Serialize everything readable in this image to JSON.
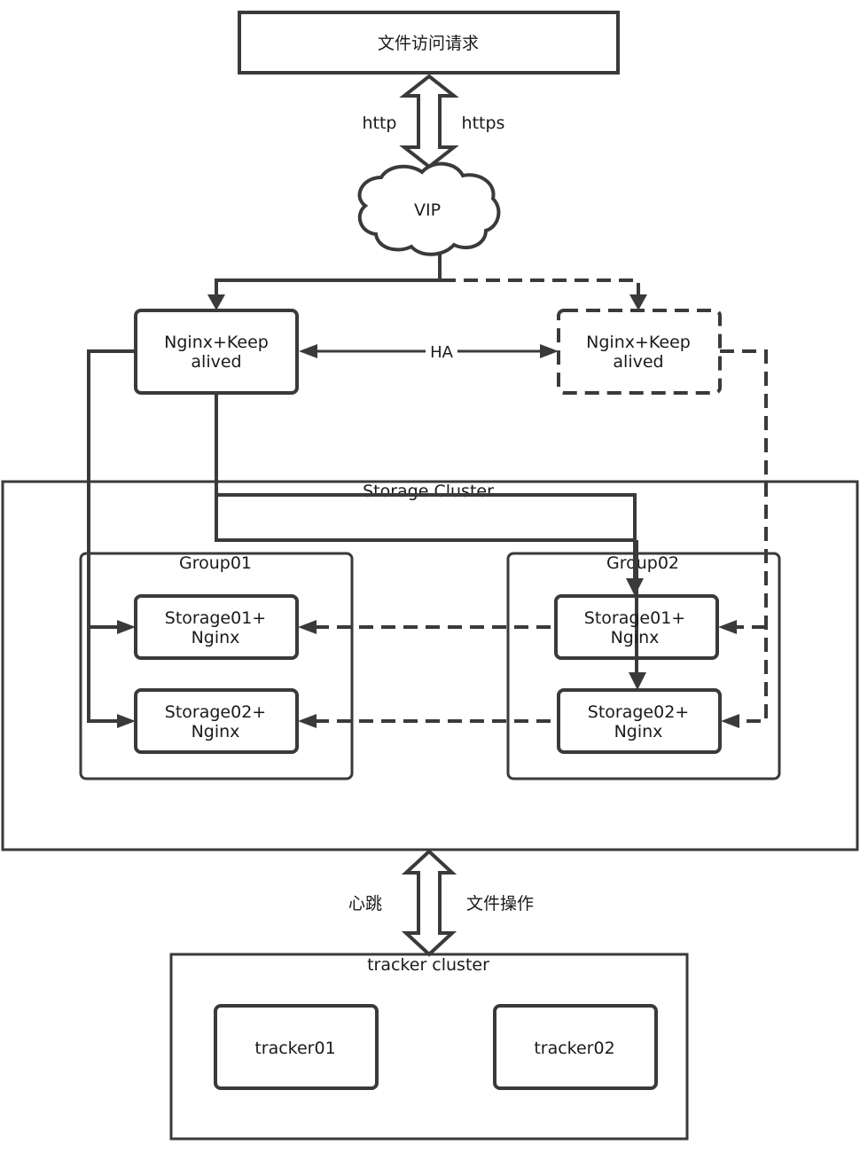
{
  "diagram": {
    "request_box": {
      "label": "文件访问请求"
    },
    "protocol_left": "http",
    "protocol_right": "https",
    "vip": {
      "label": "VIP"
    },
    "lb_primary": {
      "line1": "Nginx+Keep",
      "line2": "alived",
      "style": "solid"
    },
    "lb_backup": {
      "line1": "Nginx+Keep",
      "line2": "alived",
      "style": "dashed"
    },
    "ha_label": "HA",
    "storage_cluster": {
      "label": "Storage Cluster",
      "groups": [
        {
          "label": "Group01",
          "nodes": [
            {
              "line1": "Storage01+",
              "line2": "Nginx"
            },
            {
              "line1": "Storage02+",
              "line2": "Nginx"
            }
          ]
        },
        {
          "label": "Group02",
          "nodes": [
            {
              "line1": "Storage01+",
              "line2": "Nginx"
            },
            {
              "line1": "Storage02+",
              "line2": "Nginx"
            }
          ]
        }
      ]
    },
    "link_left": "心跳",
    "link_right": "文件操作",
    "tracker_cluster": {
      "label": "tracker cluster",
      "nodes": [
        {
          "label": "tracker01"
        },
        {
          "label": "tracker02"
        }
      ]
    },
    "line_color": "#3a3a3a"
  }
}
